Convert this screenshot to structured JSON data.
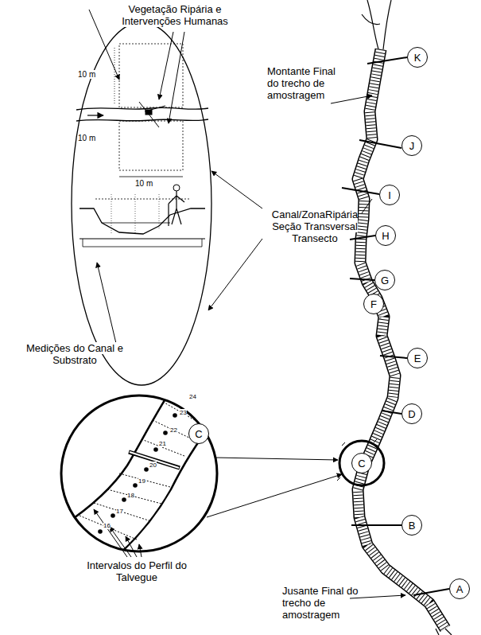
{
  "diagram": {
    "nodes": [
      {
        "text": [
          "K"
        ]
      },
      {
        "text": [
          "J"
        ]
      },
      {
        "text": [
          "I"
        ]
      },
      {
        "text": [
          "H"
        ]
      },
      {
        "text": [
          "G"
        ]
      },
      {
        "text": [
          "F"
        ]
      },
      {
        "text": [
          "E"
        ]
      },
      {
        "text": [
          "D"
        ]
      },
      {
        "text": [
          "C"
        ]
      },
      {
        "text": [
          "C"
        ]
      },
      {
        "text": [
          "B"
        ]
      },
      {
        "text": [
          "A"
        ]
      }
    ],
    "labels": [
      "Vegetação Ripária e Intervenções Humanas",
      "10 m",
      "10 m",
      "10 m",
      "Montante Final do trecho de amostragem",
      "Canal/ZonaRipária Seção Transversal Transecto",
      "Medições do Canal e Substrato",
      "24",
      "23",
      "22",
      "21",
      "20",
      "19",
      "18",
      "17",
      "16",
      "Intervalos do Perfil do Talvegue",
      "Jusante Final do trecho de amostragem"
    ]
  }
}
